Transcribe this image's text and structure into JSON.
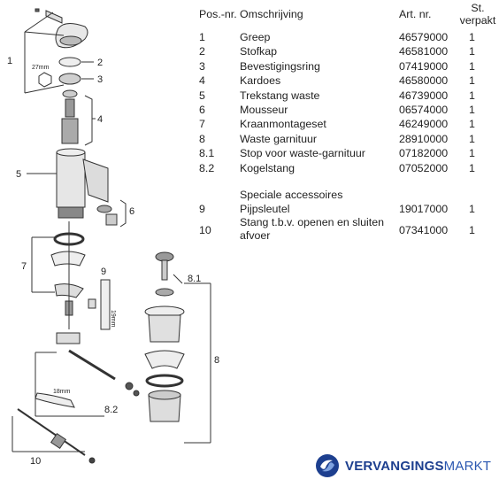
{
  "table": {
    "headers": {
      "pos": "Pos.-nr.",
      "description": "Omschrijving",
      "article": "Art. nr.",
      "quantity_line1": "St.",
      "quantity_line2": "verpakt"
    },
    "rows": [
      {
        "pos": "1",
        "description": "Greep",
        "article": "46579000",
        "qty": "1"
      },
      {
        "pos": "2",
        "description": "Stofkap",
        "article": "46581000",
        "qty": "1"
      },
      {
        "pos": "3",
        "description": "Bevestigingsring",
        "article": "07419000",
        "qty": "1"
      },
      {
        "pos": "4",
        "description": "Kardoes",
        "article": "46580000",
        "qty": "1"
      },
      {
        "pos": "5",
        "description": "Trekstang waste",
        "article": "46739000",
        "qty": "1"
      },
      {
        "pos": "6",
        "description": "Mousseur",
        "article": "06574000",
        "qty": "1"
      },
      {
        "pos": "7",
        "description": "Kraanmontageset",
        "article": "46249000",
        "qty": "1"
      },
      {
        "pos": "8",
        "description": "Waste garnituur",
        "article": "28910000",
        "qty": "1"
      },
      {
        "pos": "8.1",
        "description": "Stop voor waste-garnituur",
        "article": "07182000",
        "qty": "1"
      },
      {
        "pos": "8.2",
        "description": "Kogelstang",
        "article": "07052000",
        "qty": "1"
      }
    ],
    "special_title": "Speciale accessoires",
    "special_rows": [
      {
        "pos": "9",
        "description": "Pijpsleutel",
        "article": "19017000",
        "qty": "1"
      },
      {
        "pos": "10",
        "description": "Stang t.b.v. openen en sluiten afvoer",
        "article": "07341000",
        "qty": "1"
      }
    ]
  },
  "diagram": {
    "callouts": [
      "1",
      "2",
      "3",
      "4",
      "5",
      "6",
      "7",
      "8",
      "8.1",
      "8.2",
      "9",
      "10"
    ],
    "dimension_labels": {
      "nut_size": "27mm",
      "wrench_size": "19mm",
      "rod_size": "18mm"
    }
  },
  "brand": {
    "name_bold": "VERVANGINGS",
    "name_regular": "MARKT",
    "logo_icon": "swirl-logo-icon",
    "color": "#1d3f8f"
  }
}
